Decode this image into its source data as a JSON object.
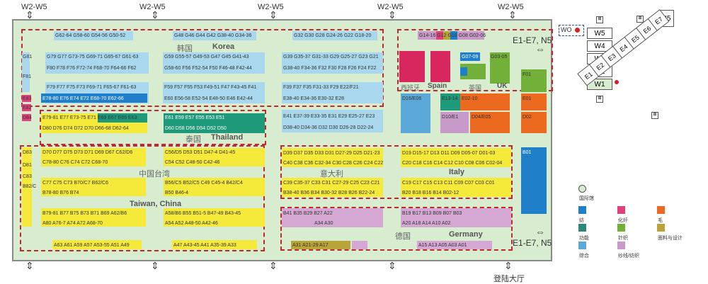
{
  "gates_top": [
    "W2-W5",
    "W2-W5",
    "W2-W5",
    "W2-W5",
    "W2-W5"
  ],
  "gates_right": [
    "E1-E7, N5",
    "E1-E7, N5"
  ],
  "entrance": "登陆大厅",
  "wo_label": "WO",
  "side_halls": [
    "W5",
    "W4",
    "W3",
    "W2",
    "W1",
    "N5"
  ],
  "e_halls": [
    "E7",
    "E6",
    "E5",
    "E4",
    "E3",
    "E2",
    "E1"
  ],
  "pavilions": {
    "korea_cn": "韩国",
    "korea_en": "Korea",
    "thailand_cn": "泰国",
    "thailand_en": "Thailand",
    "taiwan_cn": "中国台湾",
    "taiwan_en": "Taiwan, China",
    "italy_cn": "意大利",
    "italy_en": "Italy",
    "spain_cn": "西班牙",
    "spain_en": "Spain",
    "uk_cn": "英国",
    "uk_en": "UK",
    "germany_cn": "德国",
    "germany_en": "Germany"
  },
  "booth_rows": {
    "korea_top": "G62-64  G58-60  G54-56  G50-52",
    "korea_mid_top": "G48 G46 G44 G42  G38-40  G34-36",
    "korea_right_top": "G32 G30 G28 G24-26  G22  G18-20",
    "g81": "G81",
    "f81": "F81",
    "korea_r1": "G79 G77 G73-75  G69-71  G65-67  G61-63",
    "korea_r2": "F80 F78 F76  F72-74  F68-70  F64-66  F62",
    "korea_r3": "G59  G55-57  G49-53  G47 G45 G41-43",
    "korea_r4": "G58-60  F56  F52-54  F50  F46-48  F42-44",
    "korea_r5": "G39  G35-37  G31-33  G29  G25-27  G23 G21",
    "korea_r6": "G38-40  F34-36  F32  F30 F28 F26 F24 F22",
    "korea_r7": "F79 F77 F75 F73  F69-71  F65-67  F61-63",
    "korea_r8": "F59 F57 F55 F53 F49-51  F47  F43-45 F41",
    "korea_r9": "F39 F37 F35  F31-33  F29  E22/F21",
    "korea_r10": "E78-80 E76 E74 E72  E68-70  E62-66",
    "korea_r11": "E60  E56-58  E52-54  E48-50  E46  E42-44",
    "korea_r12": "E38-40  E34-36  E30-32  E28",
    "e83": "E83",
    "e82": "E82",
    "d84": "D84",
    "thai_r1": "E79-81  E77  E73-75  E71 E69 E67 E65 E63",
    "thai_r2": "D80  D76 D74 D72 D70  D66-68  D62-64",
    "thai_r3": "E61 E59 E57 E55 E53 E51",
    "thai_r4": "D60 D58 D56 D54 D52 D50",
    "e_right1": "E41  E37-39  E33-35  E31 E29  E25-27 E23",
    "e_right2": "D38-40  D34-36  D32  D30  D26-28  D22-24",
    "tw_r1": "D70  D77 D75 D73 D71 D69 D67  C62/D6",
    "tw_r2": "C78-80  C76 C74 C72  C68-70",
    "tw_r3": "C56/D5  D53 D51 D47-4 D41-45",
    "tw_r4": "C54 C52  C48-50  C42-46",
    "tw_r5": "C77  C75 C73 B70/C7  B62/C6",
    "tw_r6": "B78-80  B76 B74",
    "tw_r7": "B56/C5  B52/C5  C49  C45-4  B42/C4",
    "tw_r8": "B50  B46-4",
    "tw_r9": "B79-81  B77 B75 B73 B71  B69  A62/B6",
    "tw_r10": "A80  A76-7 A74  A72  A68-70",
    "tw_r11": "A58/B6  B55  B51-5 B47-49  B43-45",
    "tw_r12": "A54 A52  A48-50  A42-46",
    "tw_bottom": "A63 A61 A59 A57  A53-55  A51 A49",
    "tw_bottom2": "A47  A43-45  A41  A35-39  A33",
    "d83": "D83",
    "d81": "D81",
    "c83": "C83",
    "b82": "B82/C",
    "it_r1": "D39 D37 D35 D33 D31  D27-29  D25  D21-23",
    "it_r2": "C40 C38 C36 C32-34  C30 C28 C26 C24 C22",
    "it_r3": "C39 C35-37 C33 C31 C27-29 C25 C23 C21",
    "it_r4": "B38-40 B36 B34 B30-32 B28 B26 B22-24",
    "it_right1": "D19  D15-17 D13 D11 D09 D05-07 D01-03",
    "it_right2": "C20  C18 C16 C14 C12 C10 C08 C06 C02-04",
    "it_right3": "C19 C17 C15 C13  C11 C09 C07 C03 C01",
    "it_right4": "B20  B18 B16 B14  B02-12",
    "de_r1": "B41  B35  B29 B27  A22",
    "de_r2": "A34  A30",
    "de_r3": "B19  B17  B13 B09  B07  B03",
    "de_r4": "A20  A18  A14  A10  A02",
    "de_bottom": "A31  A21-29  A17",
    "de_bottom2": "A15  A13  A05 A03 A01",
    "spain_top": "G14-16  G12 G10 G08 G02-06",
    "e13": "E13-14",
    "d16": "D16/E06",
    "e02": "E02-10",
    "d10": "D10/E1",
    "d04": "D04/E05",
    "g07": "G07-09",
    "g03": "G03-05",
    "f01": "F01",
    "e01": "E01",
    "d02": "D02",
    "b01": "B01"
  },
  "legend": {
    "title": "国际馆",
    "items": [
      {
        "label": "纺",
        "color": "#1f7fc9"
      },
      {
        "label": "化纤",
        "color": "#e0417a"
      },
      {
        "label": "毛",
        "color": "#ec6a1f"
      },
      {
        "label": "功能",
        "color": "#2a8a7a"
      },
      {
        "label": "针织",
        "color": "#72b03a"
      },
      {
        "label": "面料与设计",
        "color": "#b9a43a"
      },
      {
        "label": "综合",
        "color": "#5aa8d8"
      },
      {
        "label": "纱线/纺织",
        "color": "#c79ac9"
      }
    ]
  },
  "colors": {
    "korea": "#a9d8ee",
    "thailand": "#1e9a7a",
    "taiwan": "#f5e93a",
    "italy": "#f5e93a",
    "germany": "#d4a8d2",
    "spain": "#d8265f",
    "orange": "#ec6a1f",
    "blue": "#1f7fc9",
    "green": "#72b03a",
    "pink": "#e0417a"
  }
}
